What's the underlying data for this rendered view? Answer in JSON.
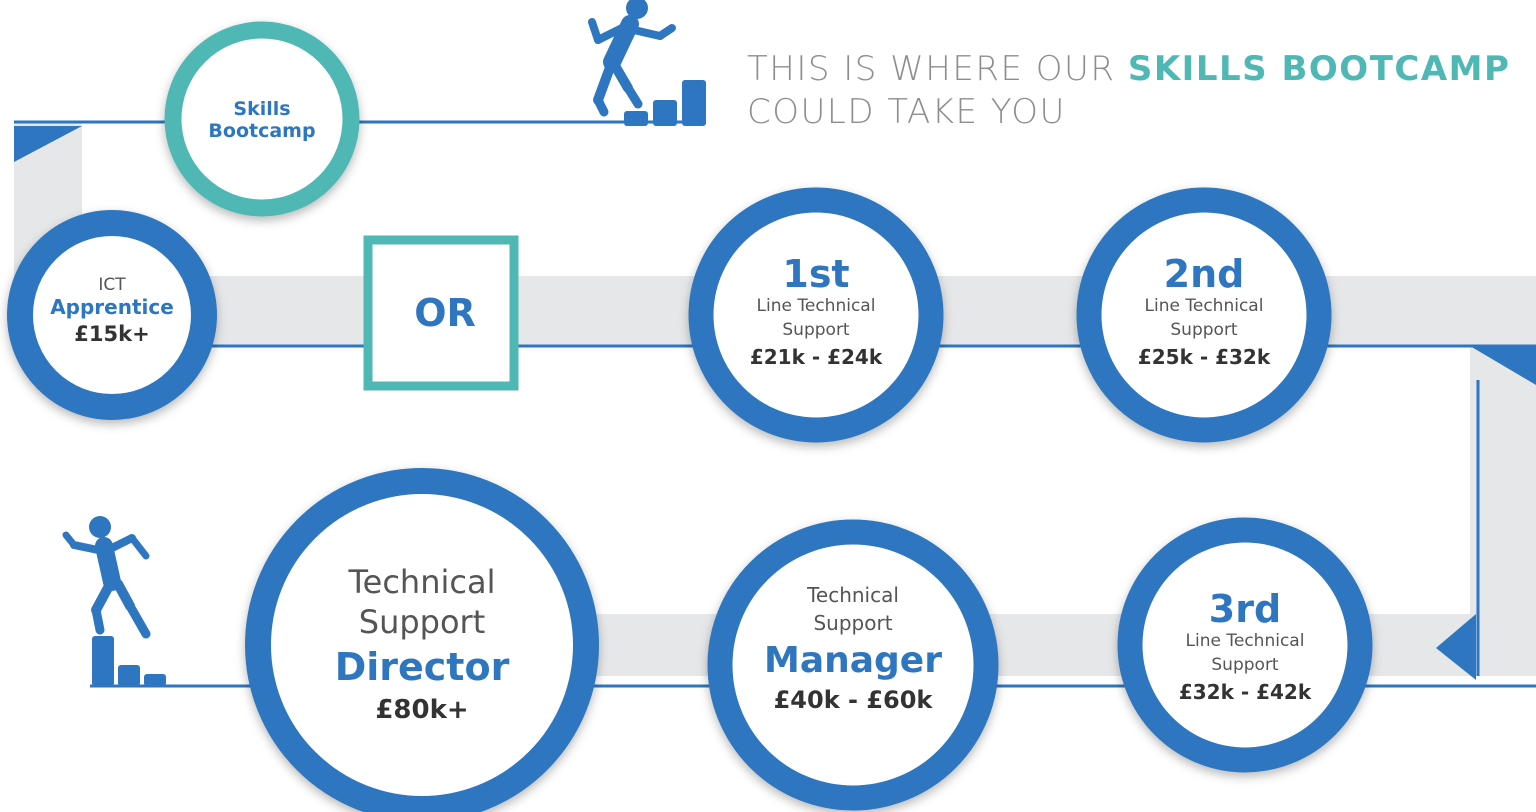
{
  "heading": {
    "prefix": "THIS IS WHERE OUR ",
    "highlight": "SKILLS BOOTCAMP",
    "suffix": "COULD TAKE YOU"
  },
  "bootcamp": {
    "label": "Skills Bootcamp"
  },
  "or_box": {
    "label": "OR"
  },
  "apprentice": {
    "top": "ICT",
    "title": "Apprentice",
    "salary": "£15k+"
  },
  "first_line": {
    "rank": "1st",
    "role_a": "Line Technical",
    "role_b": "Support",
    "salary": "£21k - £24k"
  },
  "second_line": {
    "rank": "2nd",
    "role_a": "Line Technical",
    "role_b": "Support",
    "salary": "£25k - £32k"
  },
  "third_line": {
    "rank": "3rd",
    "role_a": "Line Technical",
    "role_b": "Support",
    "salary": "£32k - £42k"
  },
  "manager": {
    "pre_a": "Technical",
    "pre_b": "Support",
    "title": "Manager",
    "salary": "£40k - £60k"
  },
  "director": {
    "pre_a": "Technical",
    "pre_b": "Support",
    "title": "Director",
    "salary": "£80k+"
  },
  "colors": {
    "blue": "#2e76bf",
    "teal": "#4fb8b5",
    "track": "#e6e7e9",
    "text_dark": "#333333"
  },
  "icons": [
    "climbing-person-icon",
    "stairs-icon",
    "arrow-down-icon",
    "arrow-left-icon"
  ]
}
